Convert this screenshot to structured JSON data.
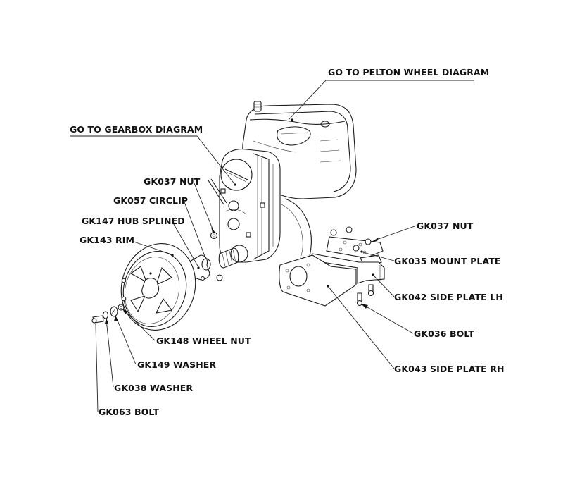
{
  "diagram": {
    "type": "exploded-parts-diagram",
    "links": [
      {
        "id": "pelton",
        "label": "GO TO PELTON WHEEL DIAGRAM"
      },
      {
        "id": "gearbox",
        "label": "GO TO GEARBOX DIAGRAM"
      }
    ],
    "callouts": [
      {
        "part": "GK037",
        "label": "GK037 NUT"
      },
      {
        "part": "GK057",
        "label": "GK057 CIRCLIP"
      },
      {
        "part": "GK147",
        "label": "GK147 HUB SPLINED"
      },
      {
        "part": "GK143",
        "label": "GK143 RIM"
      },
      {
        "part": "GK037",
        "label": "GK037 NUT"
      },
      {
        "part": "GK035",
        "label": "GK035 MOUNT PLATE"
      },
      {
        "part": "GK042",
        "label": "GK042 SIDE PLATE LH"
      },
      {
        "part": "GK036",
        "label": "GK036 BOLT"
      },
      {
        "part": "GK043",
        "label": "GK043 SIDE PLATE RH"
      },
      {
        "part": "GK148",
        "label": "GK148 WHEEL NUT"
      },
      {
        "part": "GK149",
        "label": "GK149 WASHER"
      },
      {
        "part": "GK038",
        "label": "GK038 WASHER"
      },
      {
        "part": "GK063",
        "label": "GK063 BOLT"
      }
    ]
  }
}
